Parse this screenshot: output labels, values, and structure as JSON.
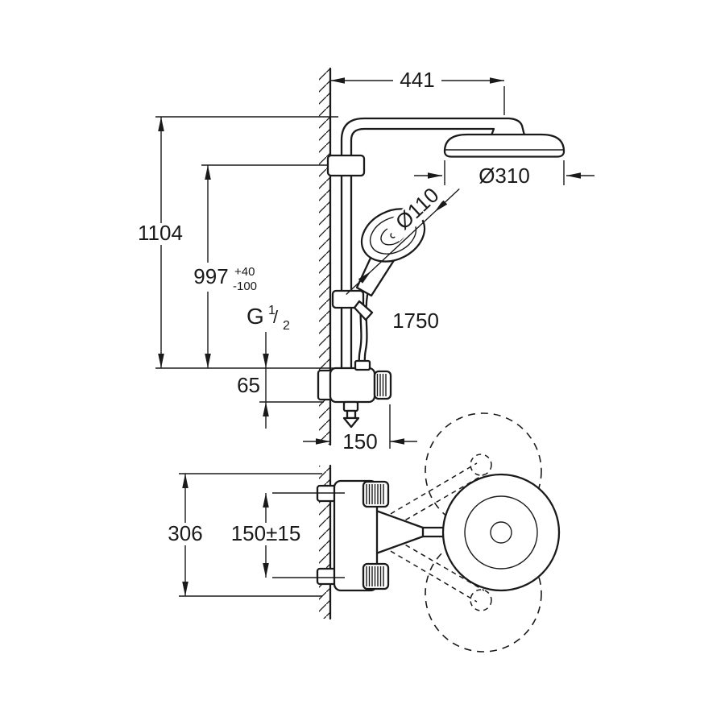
{
  "colors": {
    "line": "#1a1a1a",
    "background": "#ffffff"
  },
  "dims": {
    "arm_reach": "441",
    "head_diameter": "Ø310",
    "hand_diameter": "Ø110",
    "hose_length": "1750",
    "total_height": "1104",
    "pipe_height": "997",
    "pipe_tol_plus": "+40",
    "pipe_tol_minus": "-100",
    "valve_height": "65",
    "wall_distance": "150",
    "overall_width": "306",
    "connection_distance": "150±15"
  },
  "thread": {
    "letter": "G",
    "numerator": "1",
    "slash": "/",
    "denominator": "2"
  }
}
